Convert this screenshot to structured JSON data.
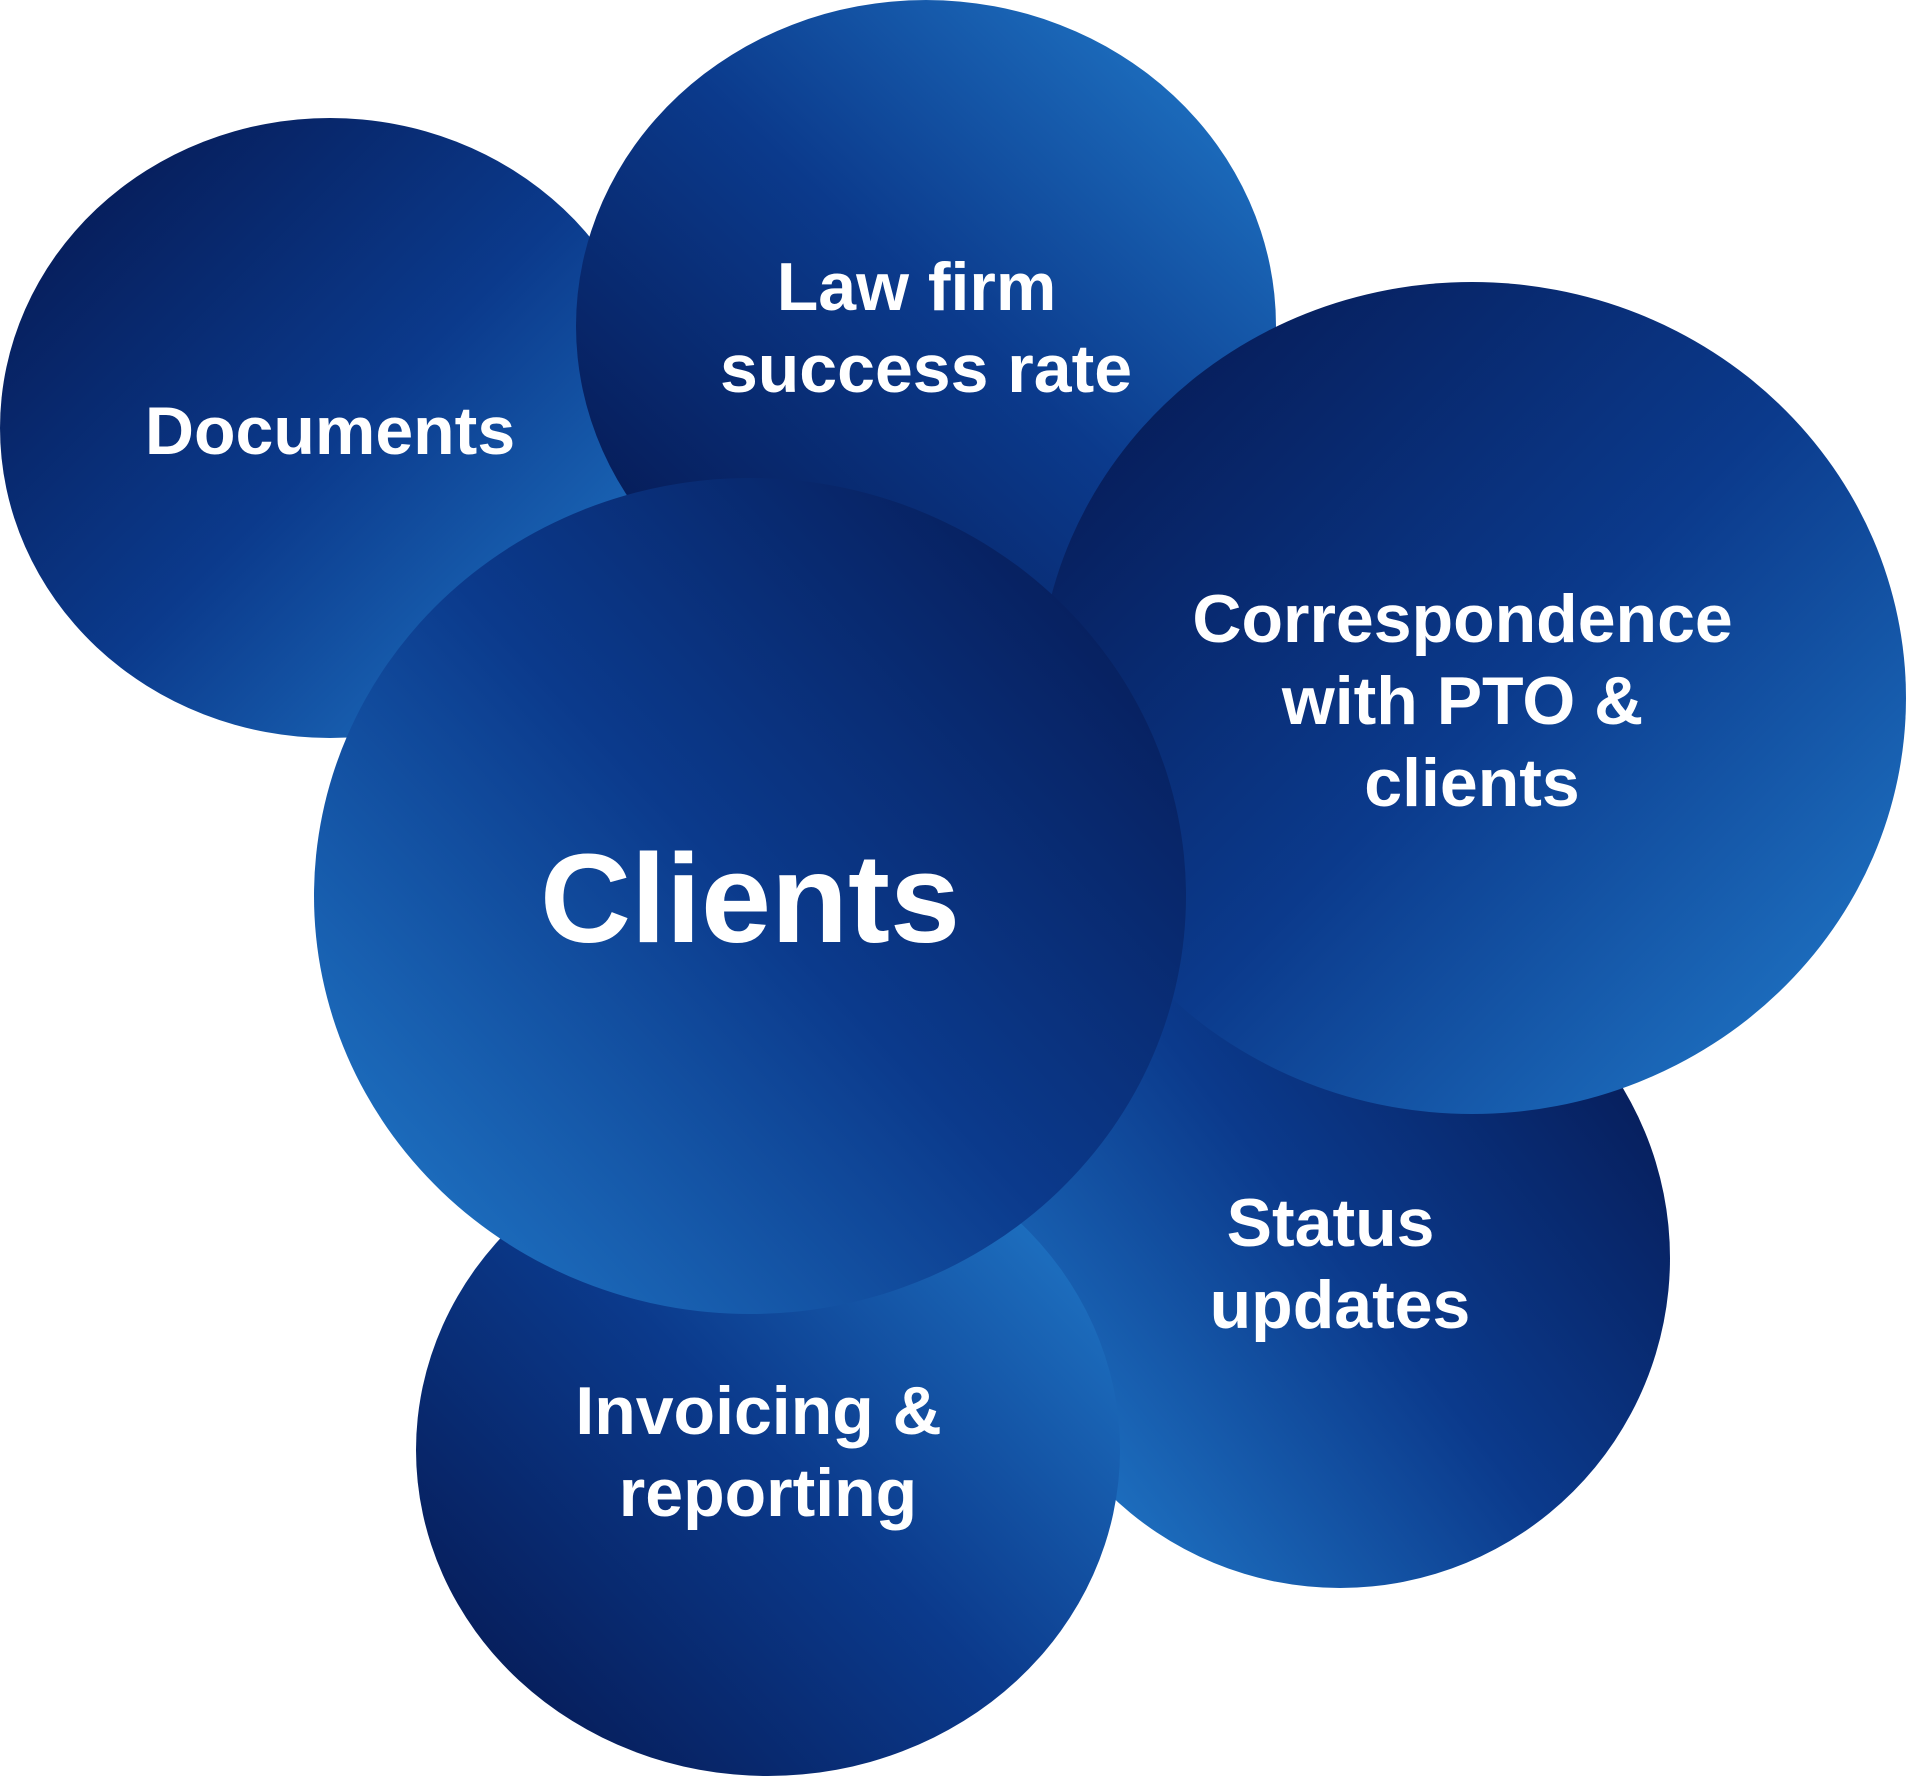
{
  "colors": {
    "circle_dark": "#061c58",
    "circle_mid": "#0b3a8c",
    "circle_light": "#1f74c4",
    "text": "#ffffff",
    "background": "#ffffff"
  },
  "circles": {
    "documents": {
      "lines": [
        "Documents"
      ]
    },
    "law_firm": {
      "lines": [
        "Law firm",
        "success rate"
      ]
    },
    "status": {
      "lines": [
        "Status",
        "updates"
      ]
    },
    "invoicing": {
      "lines": [
        "Invoicing &",
        "reporting"
      ]
    },
    "correspondence": {
      "lines": [
        "Correspondence",
        "with PTO &",
        "clients"
      ]
    },
    "clients": {
      "lines": [
        "Clients"
      ]
    }
  }
}
